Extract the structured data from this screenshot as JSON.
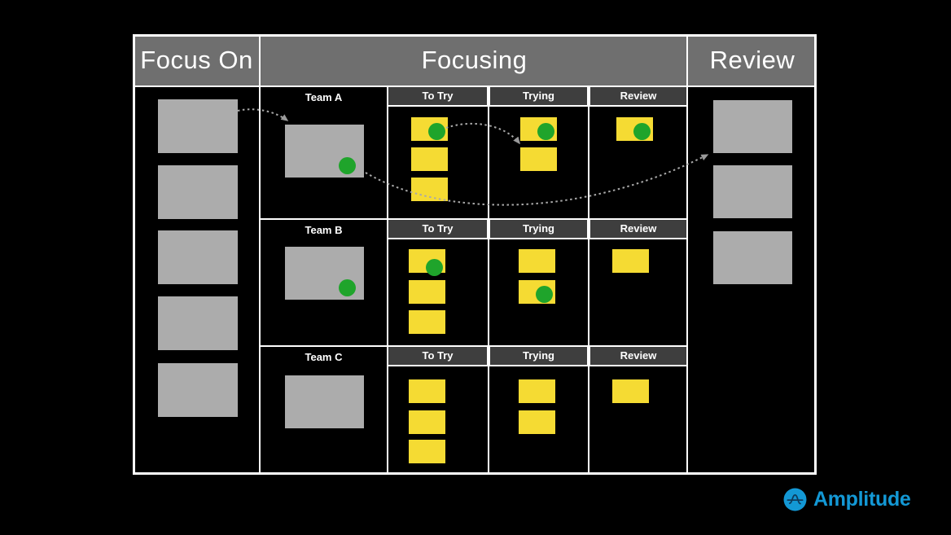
{
  "board": {
    "columns": [
      {
        "label": "Focus On"
      },
      {
        "label": "Focusing"
      },
      {
        "label": "Review"
      }
    ],
    "focus_on_cards": 5,
    "review_cards": 3,
    "teams": [
      {
        "name": "Team A",
        "card": {
          "dot": true
        },
        "stages": [
          {
            "label": "To Try",
            "notes": [
              {
                "dot": true
              },
              {
                "dot": false
              },
              {
                "dot": false
              }
            ]
          },
          {
            "label": "Trying",
            "notes": [
              {
                "dot": true
              },
              {
                "dot": false
              }
            ]
          },
          {
            "label": "Review",
            "notes": [
              {
                "dot": true
              }
            ]
          }
        ]
      },
      {
        "name": "Team B",
        "card": {
          "dot": true
        },
        "stages": [
          {
            "label": "To Try",
            "notes": [
              {
                "dot": true,
                "dot_low": true
              },
              {
                "dot": false
              },
              {
                "dot": false
              }
            ]
          },
          {
            "label": "Trying",
            "notes": [
              {
                "dot": false
              },
              {
                "dot": true
              }
            ]
          },
          {
            "label": "Review",
            "notes": [
              {
                "dot": false
              }
            ]
          }
        ]
      },
      {
        "name": "Team C",
        "card": {
          "dot": false
        },
        "stages": [
          {
            "label": "To Try",
            "notes": [
              {
                "dot": false
              },
              {
                "dot": false
              },
              {
                "dot": false
              }
            ]
          },
          {
            "label": "Trying",
            "notes": [
              {
                "dot": false
              },
              {
                "dot": false
              }
            ]
          },
          {
            "label": "Review",
            "notes": [
              {
                "dot": false
              }
            ]
          }
        ]
      }
    ]
  },
  "logo": {
    "text": "Amplitude",
    "color": "#1398d5"
  },
  "colors": {
    "background": "#000000",
    "header_bg": "#6f6f6f",
    "stage_header_bg": "#3e3e3e",
    "card": "#acacac",
    "note": "#f5db33",
    "dot": "#1fa42b",
    "arrow": "#a9a9a9",
    "border": "#ffffff"
  }
}
